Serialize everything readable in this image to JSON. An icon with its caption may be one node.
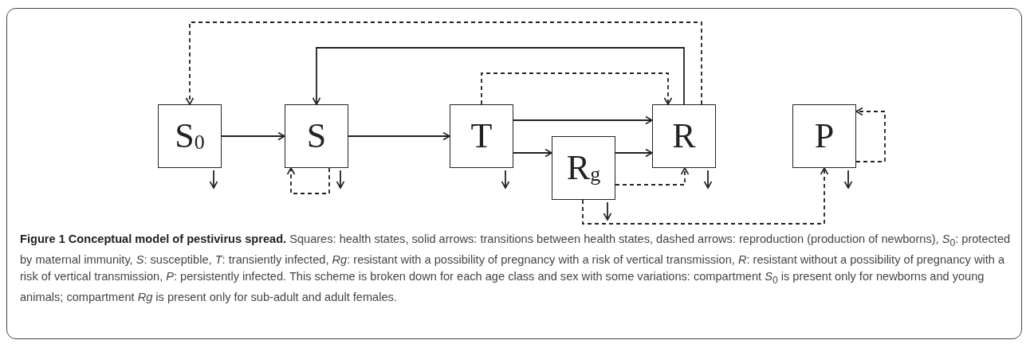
{
  "diagram": {
    "caption": "**Figure 1 Conceptual model of pestivirus spread.** Squares: health states, solid arrows: transitions between health states, dashed arrows: reproduction (production of newborns), *S*$_{0}$: protected by maternal immunity, *S*: susceptible, *T*: transiently infected, *Rg*: resistant with a possibility of pregnancy with a risk of vertical transmission, *R*: resistant without a possibility of pregnancy with a risk of vertical transmission, *P*: persistently infected. This scheme is broken down for each age class and sex with some variations: compartment *S*$_{0}$ is present only for newborns and young animals; compartment *Rg* is present only for sub-adult and adult females.",
    "nodes": [
      {
        "text": [
          "S$_{0}$"
        ]
      },
      {
        "text": [
          "S"
        ]
      },
      {
        "text": [
          "T"
        ]
      },
      {
        "text": [
          "R$_{g}$"
        ]
      },
      {
        "text": [
          "R"
        ]
      },
      {
        "text": [
          "P"
        ]
      }
    ],
    "edges": [
      {
        "from": 0,
        "to": 1,
        "arrow": "to"
      },
      {
        "from": 1,
        "to": 2,
        "arrow": "to"
      },
      {
        "from": 2,
        "to": 4,
        "arrow": "to"
      },
      {
        "from": 2,
        "to": 3,
        "arrow": "to"
      },
      {
        "from": 3,
        "to": 4,
        "arrow": "to"
      },
      {
        "from": 4,
        "to": 1,
        "arrow": "to"
      },
      {
        "from": 4,
        "to": 0,
        "arrow": "to",
        "style": "dashed"
      },
      {
        "from": 2,
        "to": 4,
        "arrow": "to",
        "style": "dashed"
      },
      {
        "from": 1,
        "to": 1,
        "arrow": "to",
        "style": "dashed"
      },
      {
        "from": 3,
        "to": 4,
        "arrow": "to",
        "style": "dashed"
      },
      {
        "from": 3,
        "to": 5,
        "arrow": "to",
        "style": "dashed"
      },
      {
        "from": 5,
        "to": 5,
        "arrow": "to",
        "style": "dashed"
      },
      {
        "from": 0,
        "to": null,
        "arrow": "to"
      },
      {
        "from": 1,
        "to": null,
        "arrow": "to"
      },
      {
        "from": 2,
        "to": null,
        "arrow": "to"
      },
      {
        "from": 3,
        "to": null,
        "arrow": "to"
      },
      {
        "from": 4,
        "to": null,
        "arrow": "to"
      },
      {
        "from": 5,
        "to": null,
        "arrow": "to"
      }
    ]
  }
}
